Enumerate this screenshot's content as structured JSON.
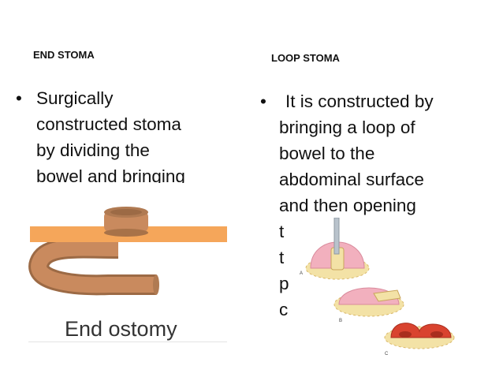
{
  "left": {
    "heading": "END STOMA",
    "bullet_symbol": "•",
    "lines": [
      "Surgically",
      "constructed stoma",
      "by dividing the",
      "bowel and bringing"
    ]
  },
  "right": {
    "heading": "LOOP STOMA",
    "bullet_symbol": "•",
    "lines": [
      "It is constructed by",
      "bringing a loop of",
      "bowel to the",
      "abdominal surface",
      "and then opening",
      "t",
      "t",
      "p",
      "c"
    ]
  },
  "figure_left": {
    "label": "End ostomy",
    "colors": {
      "bowel": "#c98a5e",
      "bowel_dark": "#9c6a45",
      "wall": "#f5a65a"
    }
  },
  "figure_right": {
    "panel_labels": [
      "A",
      "B",
      "C"
    ],
    "colors": {
      "skin": "#f3e2a6",
      "pink": "#f2b0be",
      "red": "#d9432f"
    }
  }
}
